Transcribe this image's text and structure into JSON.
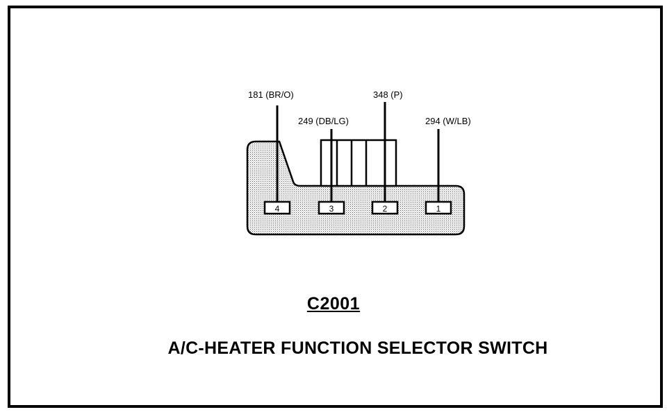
{
  "connector": {
    "id": "C2001",
    "name": "A/C-HEATER FUNCTION SELECTOR SWITCH"
  },
  "wires": [
    {
      "pin": "4",
      "label": "181 (BR/O)"
    },
    {
      "pin": "3",
      "label": "249 (DB/LG)"
    },
    {
      "pin": "2",
      "label": "348 (P)"
    },
    {
      "pin": "1",
      "label": "294 (W/LB)"
    }
  ]
}
